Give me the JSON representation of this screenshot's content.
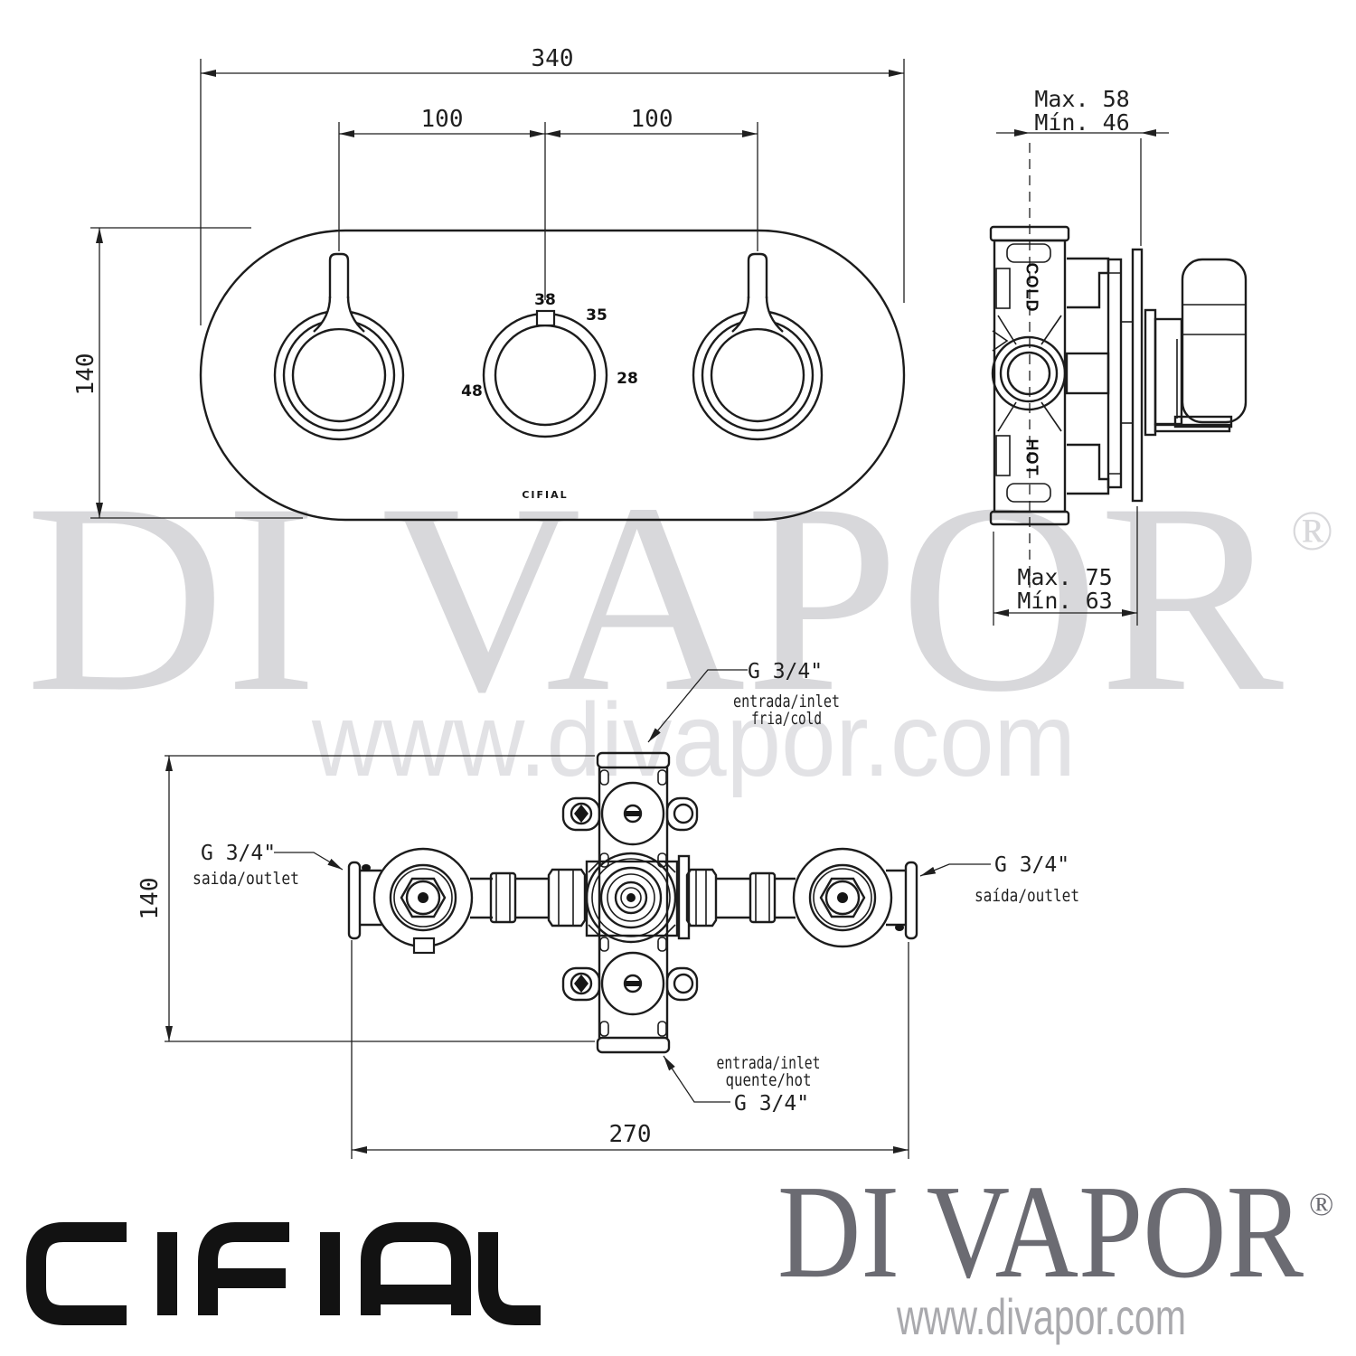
{
  "drawing": {
    "line_color": "#1c1c1c",
    "background_color": "#ffffff",
    "watermark_color": "#d8d8db"
  },
  "watermarks": {
    "brand": "DI VAPOR",
    "registered": "®",
    "url": "www.divapor.com"
  },
  "branding": {
    "cifial_logo": "CIFIAL",
    "divapor_logo": "DI VAPOR",
    "registered": "®",
    "divapor_url": "www.divapor.com",
    "logo_color": "#6b6b72",
    "url_color": "#a9a9ad"
  },
  "front_view": {
    "plate_brand": "CIFIAL",
    "dims": {
      "width": "340",
      "left_spacing": "100",
      "right_spacing": "100",
      "height": "140"
    },
    "temperature_scale": {
      "top": "38",
      "upper_right": "35",
      "right": "28",
      "left": "48"
    }
  },
  "side_view": {
    "labels": {
      "cold": "COLD",
      "hot": "HOT"
    },
    "dims": {
      "depth_max": "Max. 58",
      "depth_min": "Mín. 46",
      "body_max": "Max. 75",
      "body_min": "Mín. 63"
    }
  },
  "plan_view": {
    "dims": {
      "height": "140",
      "width": "270"
    },
    "ports": {
      "cold_inlet": {
        "size": "G 3/4\"",
        "line1": "entrada/inlet",
        "line2": "fria/cold"
      },
      "hot_inlet": {
        "size": "G 3/4\"",
        "line1": "entrada/inlet",
        "line2": "quente/hot"
      },
      "left_outlet": {
        "size": "G 3/4\"",
        "line1": "saida/outlet"
      },
      "right_outlet": {
        "size": "G 3/4\"",
        "line1": "saída/outlet"
      }
    }
  }
}
